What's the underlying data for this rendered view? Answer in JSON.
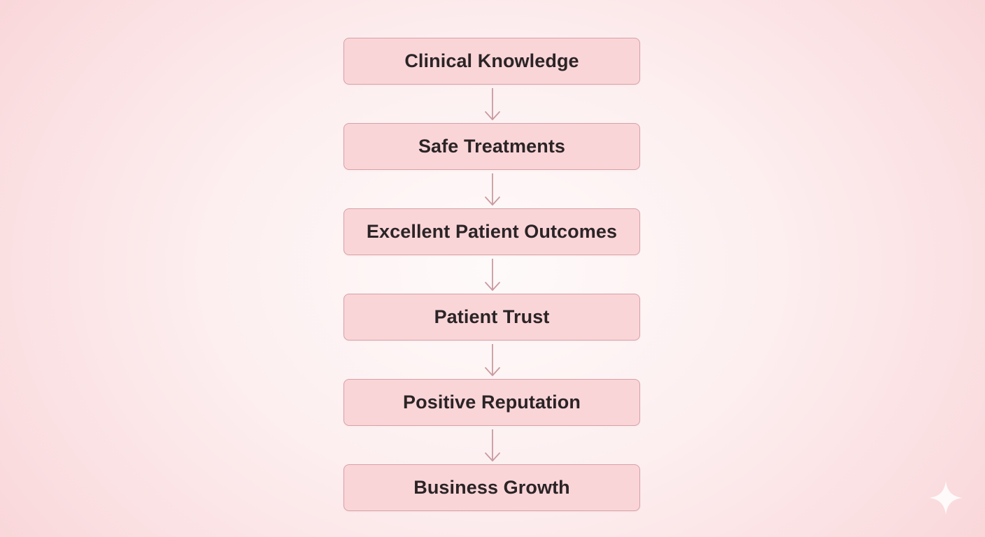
{
  "diagram": {
    "steps": [
      {
        "label": "Clinical Knowledge"
      },
      {
        "label": "Safe Treatments"
      },
      {
        "label": "Excellent Patient Outcomes"
      },
      {
        "label": "Patient Trust"
      },
      {
        "label": "Positive Reputation"
      },
      {
        "label": "Business Growth"
      }
    ],
    "connector_icon": "down-arrow-icon"
  },
  "decoration": {
    "icon": "sparkle-icon"
  },
  "colors": {
    "box_fill": "#fad5d8",
    "box_border": "#d7a0a6",
    "arrow": "#c99aa0",
    "text": "#2b2426",
    "background": "#fbe1e3"
  }
}
